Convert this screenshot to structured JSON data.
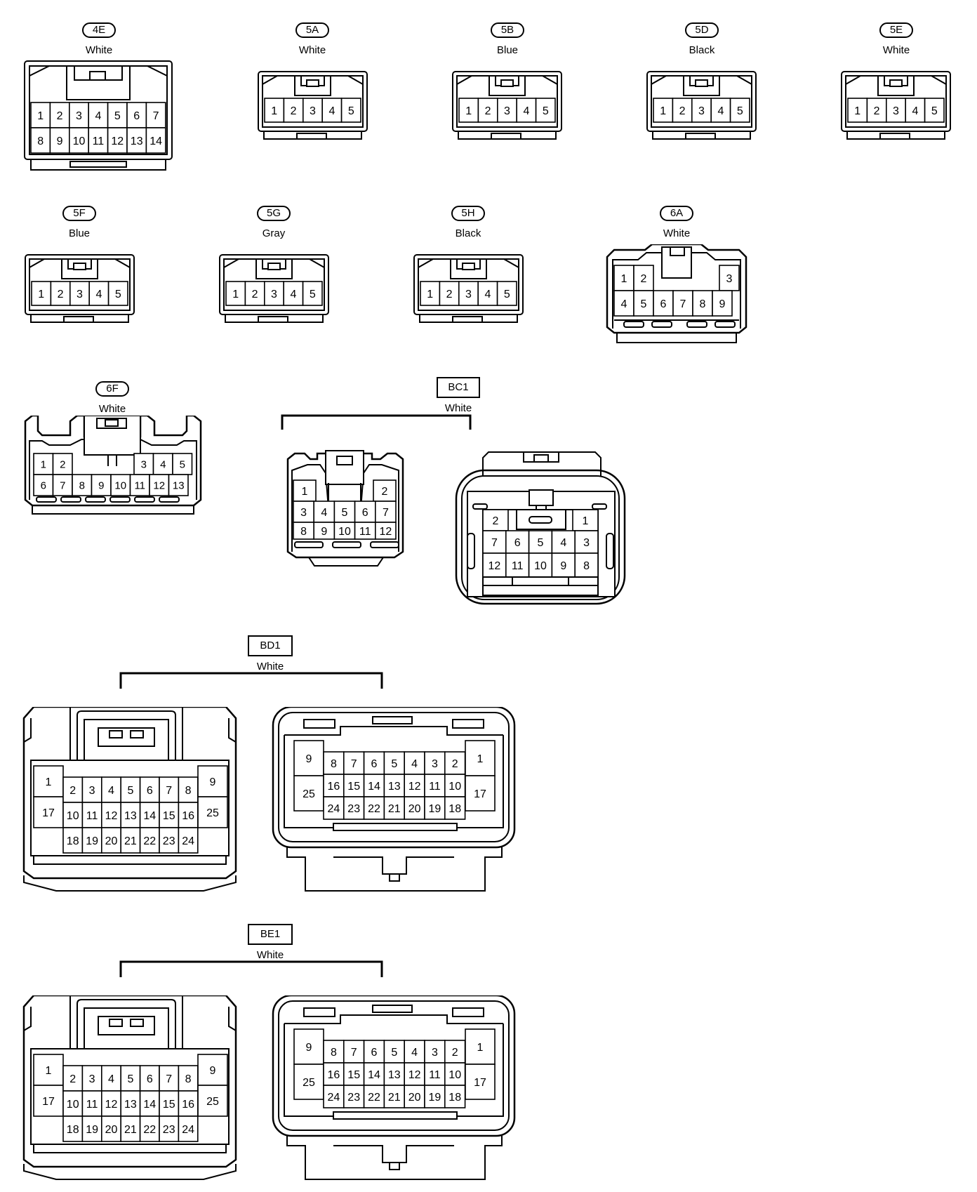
{
  "connectors": [
    {
      "id": "4E",
      "color": "White",
      "style": "pill"
    },
    {
      "id": "5A",
      "color": "White",
      "style": "pill"
    },
    {
      "id": "5B",
      "color": "Blue",
      "style": "pill"
    },
    {
      "id": "5D",
      "color": "Black",
      "style": "pill"
    },
    {
      "id": "5E",
      "color": "White",
      "style": "pill"
    },
    {
      "id": "5F",
      "color": "Blue",
      "style": "pill"
    },
    {
      "id": "5G",
      "color": "Gray",
      "style": "pill"
    },
    {
      "id": "5H",
      "color": "Black",
      "style": "pill"
    },
    {
      "id": "6A",
      "color": "White",
      "style": "pill"
    },
    {
      "id": "6F",
      "color": "White",
      "style": "pill"
    },
    {
      "id": "BC1",
      "color": "White",
      "style": "box"
    },
    {
      "id": "BD1",
      "color": "White",
      "style": "box"
    },
    {
      "id": "BE1",
      "color": "White",
      "style": "box"
    }
  ],
  "pin_layouts": {
    "c4E": [
      [
        "1",
        "2",
        "3",
        "4",
        "5",
        "6",
        "7"
      ],
      [
        "8",
        "9",
        "10",
        "11",
        "12",
        "13",
        "14"
      ]
    ],
    "c5": [
      [
        "1",
        "2",
        "3",
        "4",
        "5"
      ]
    ],
    "c6A": {
      "top_left": [
        "1",
        "2"
      ],
      "top_right": [
        "3"
      ],
      "bottom": [
        "4",
        "5",
        "6",
        "7",
        "8",
        "9"
      ]
    },
    "c6F": {
      "top_left": [
        "1",
        "2"
      ],
      "top_right": [
        "3",
        "4",
        "5"
      ],
      "bottom": [
        "6",
        "7",
        "8",
        "9",
        "10",
        "11",
        "12",
        "13"
      ]
    },
    "cBC1_left": {
      "top": [
        "1",
        "2"
      ],
      "mid": [
        "3",
        "4",
        "5",
        "6",
        "7"
      ],
      "bottom": [
        "8",
        "9",
        "10",
        "11",
        "12"
      ]
    },
    "cBC1_right": {
      "top": [
        "2",
        "1"
      ],
      "mid": [
        "7",
        "6",
        "5",
        "4",
        "3"
      ],
      "bottom": [
        "12",
        "11",
        "10",
        "9",
        "8"
      ]
    },
    "cB_left": {
      "side_left": [
        "1",
        "17"
      ],
      "side_right": [
        "9",
        "25"
      ],
      "rows": [
        [
          "2",
          "3",
          "4",
          "5",
          "6",
          "7",
          "8"
        ],
        [
          "10",
          "11",
          "12",
          "13",
          "14",
          "15",
          "16"
        ],
        [
          "18",
          "19",
          "20",
          "21",
          "22",
          "23",
          "24"
        ]
      ]
    },
    "cB_right": {
      "side_left": [
        "9",
        "25"
      ],
      "side_right": [
        "1",
        "17"
      ],
      "rows": [
        [
          "8",
          "7",
          "6",
          "5",
          "4",
          "3",
          "2"
        ],
        [
          "16",
          "15",
          "14",
          "13",
          "12",
          "11",
          "10"
        ],
        [
          "24",
          "23",
          "22",
          "21",
          "20",
          "19",
          "18"
        ]
      ]
    }
  }
}
